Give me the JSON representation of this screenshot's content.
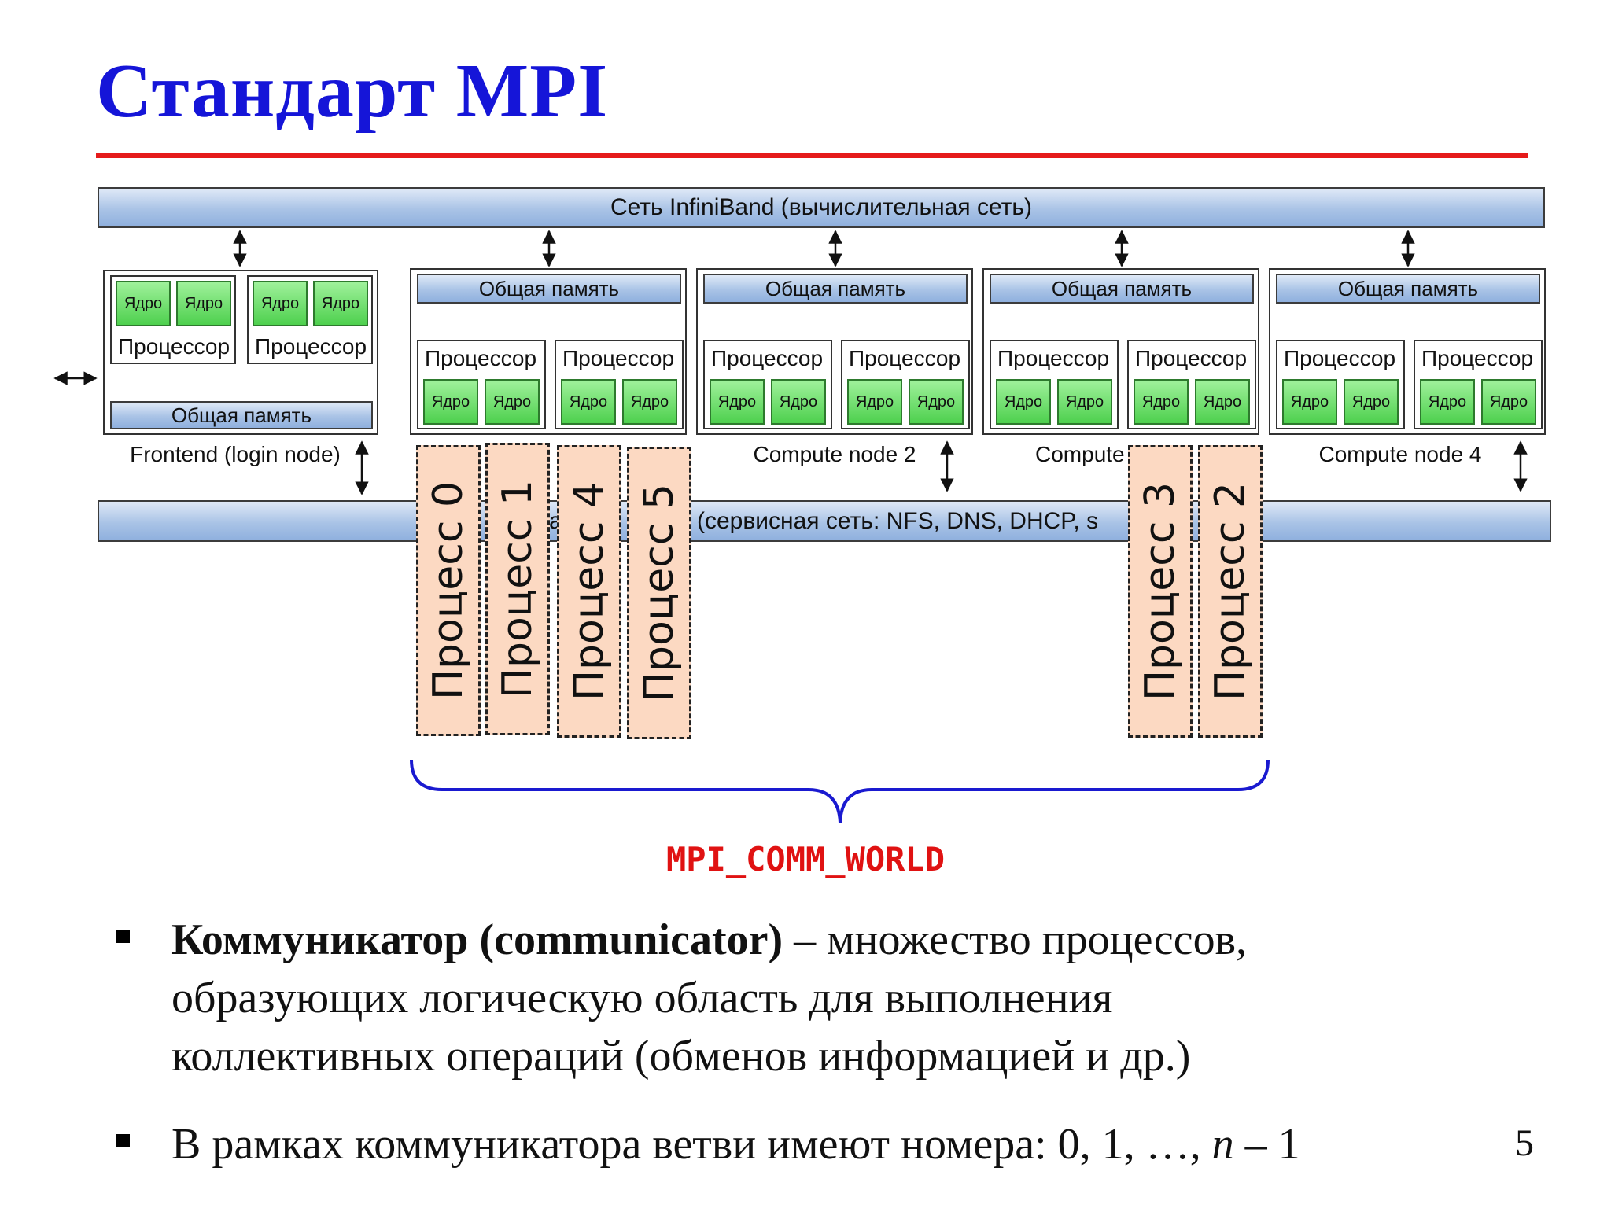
{
  "title": "Стандарт MPI",
  "network_top": "Сеть InfiniBand (вычислительная сеть)",
  "network_bottom": "(сервисная сеть: NFS, DNS, DHCP, s",
  "network_bottom_fragment": "а",
  "labels": {
    "core": "Ядро",
    "processor": "Процессор",
    "shared_memory": "Общая память"
  },
  "nodes": {
    "frontend": "Frontend (login node)",
    "node2": "Compute node 2",
    "node3": "Compute",
    "node4": "Compute node 4"
  },
  "processes": [
    "Процесс 0",
    "Процесс 1",
    "Процесс 4",
    "Процесс 5",
    "Процесс 3",
    "Процесс 2"
  ],
  "communicator": "MPI_COMM_WORLD",
  "bullets": {
    "b1_bold": "Коммуникатор (communicator)",
    "b1_line1": " – множество процессов,",
    "b1_line2": "образующих логическую область для выполнения",
    "b1_line3": "коллективных операций (обменов информацией и др.)",
    "b2_text": "В рамках коммуникатора ветви имеют номера: 0, 1, …, ",
    "b2_n": "n",
    "b2_end": " – 1"
  },
  "page_number": "5"
}
